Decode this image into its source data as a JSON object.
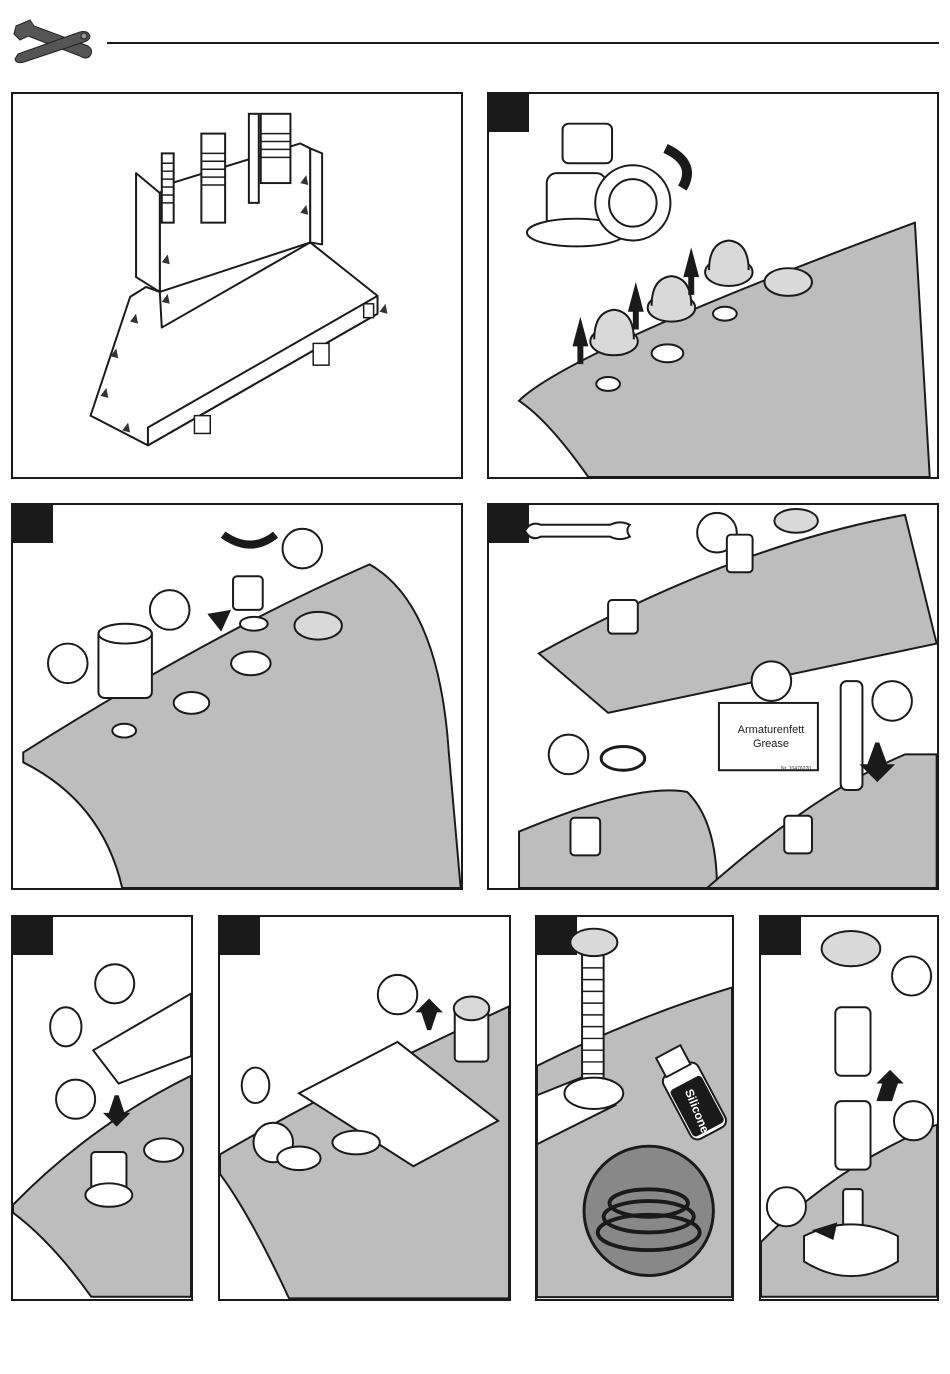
{
  "header": {
    "tools_icon": "wrench-screwdriver-icon"
  },
  "grease_box": {
    "line1": "Armaturenfett",
    "line2": "Grease",
    "part_number": "Nr. 10476220"
  },
  "silicone_bottle": {
    "label": "Silicone"
  },
  "colors": {
    "ink": "#1a1a1a",
    "surface": "#bdbdbd",
    "cap": "#d9d9d9"
  }
}
